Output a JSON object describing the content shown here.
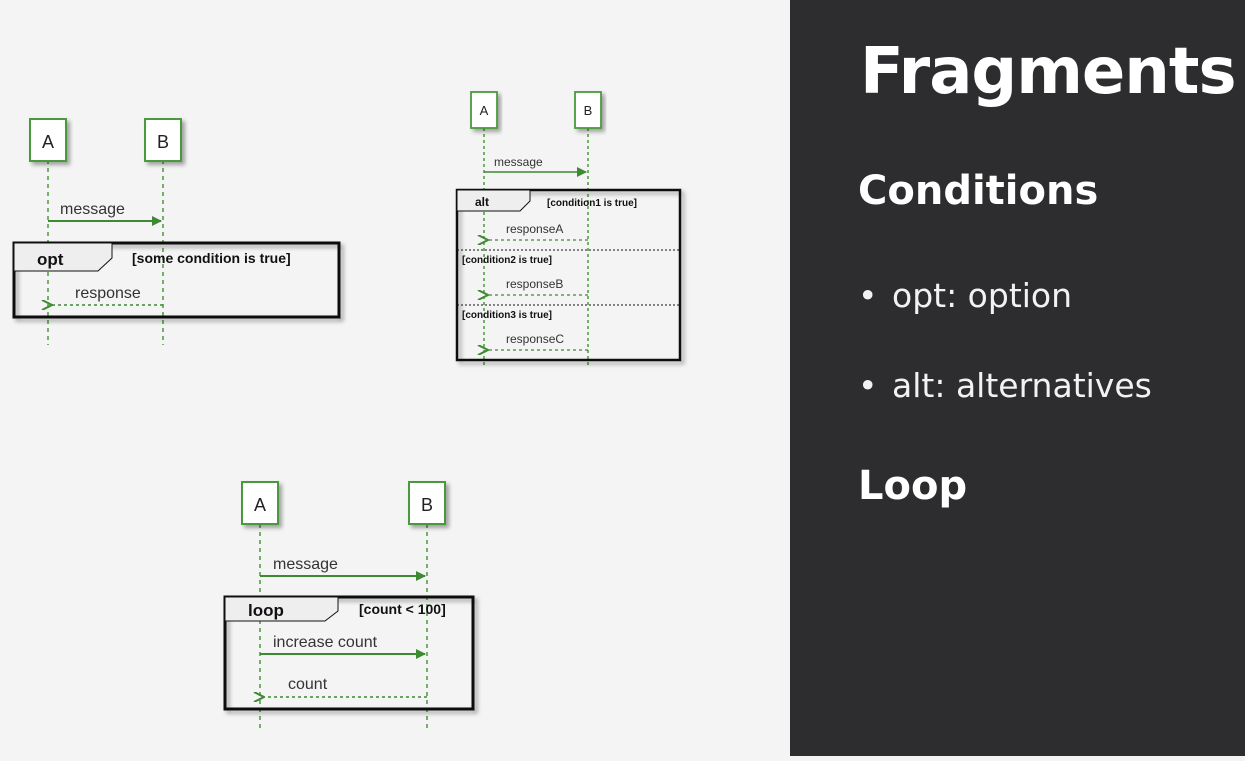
{
  "slide": {
    "title": "Fragments",
    "sections": [
      {
        "heading": "Conditions",
        "bullets": [
          "opt: option",
          "alt: alternatives"
        ]
      },
      {
        "heading": "Loop",
        "bullets": []
      }
    ],
    "bullet_glyph": "•"
  },
  "colors": {
    "panel_bg": "#2d2d2f",
    "canvas_bg": "#f4f4f4",
    "participant_border": "#4a9a3c",
    "arrow": "#3d8a33",
    "fragment_border": "#111111"
  },
  "diagrams": {
    "opt": {
      "participants": [
        "A",
        "B"
      ],
      "message": "message",
      "fragment_keyword": "opt",
      "fragment_condition": "[some condition is true]",
      "reply": "response"
    },
    "alt": {
      "participants": [
        "A",
        "B"
      ],
      "message": "message",
      "fragment_keyword": "alt",
      "branches": [
        {
          "condition": "[condition1 is true]",
          "reply": "responseA"
        },
        {
          "condition": "[condition2 is true]",
          "reply": "responseB"
        },
        {
          "condition": "[condition3 is true]",
          "reply": "responseC"
        }
      ]
    },
    "loop": {
      "participants": [
        "A",
        "B"
      ],
      "message": "message",
      "fragment_keyword": "loop",
      "fragment_condition": "[count < 100]",
      "inner_message": "increase count",
      "reply": "count"
    }
  }
}
